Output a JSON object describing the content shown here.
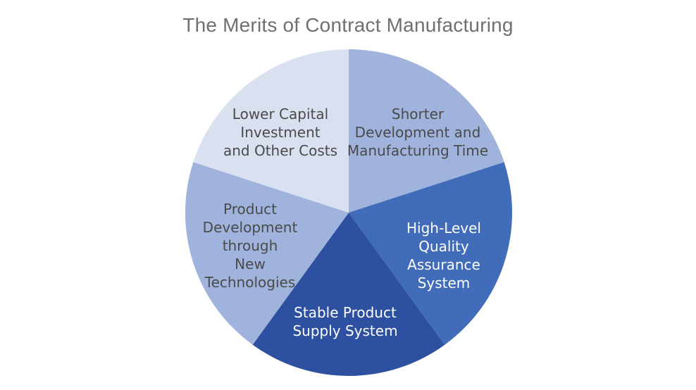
{
  "title": "The Merits of Contract Manufacturing",
  "colors": {
    "background": "#ffffff",
    "title_text": "#6f6f6f",
    "label_dark": "#4a4a4a",
    "label_light": "#ffffff"
  },
  "chart_data": {
    "type": "pie",
    "title": "The Merits of Contract Manufacturing",
    "start_angle_deg": 0,
    "direction": "clockwise",
    "legend": "none",
    "data_labels": "inside",
    "segments": [
      {
        "name": "Shorter Development and Manufacturing Time",
        "label": "Shorter\nDevelopment and\nManufacturing Time",
        "value": 20,
        "color": "#9fb3dc",
        "label_color": "#4a4a4a"
      },
      {
        "name": "High-Level Quality Assurance System",
        "label": "High-Level\nQuality\nAssurance\nSystem",
        "value": 20,
        "color": "#416cb9",
        "label_color": "#ffffff"
      },
      {
        "name": "Stable Product Supply System",
        "label": "Stable Product\nSupply System",
        "value": 20,
        "color": "#2d51a0",
        "label_color": "#ffffff"
      },
      {
        "name": "Product Development through New Technologies",
        "label": "Product\nDevelopment\nthrough\nNew\nTechnologies",
        "value": 20,
        "color": "#9fb3dc",
        "label_color": "#4a4a4a"
      },
      {
        "name": "Lower Capital Investment and Other Costs",
        "label": "Lower Capital\nInvestment\nand Other Costs",
        "value": 20,
        "color": "#d9e0ef",
        "label_color": "#4a4a4a"
      }
    ]
  }
}
